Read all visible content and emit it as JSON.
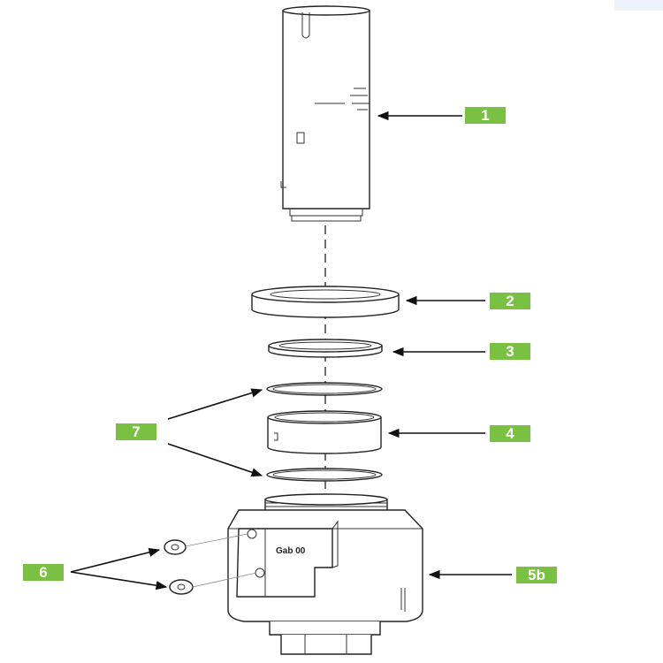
{
  "callouts": [
    {
      "id": "1",
      "label": "1"
    },
    {
      "id": "2",
      "label": "2"
    },
    {
      "id": "3",
      "label": "3"
    },
    {
      "id": "4",
      "label": "4"
    },
    {
      "id": "5b",
      "label": "5b"
    },
    {
      "id": "6",
      "label": "6"
    },
    {
      "id": "7",
      "label": "7"
    }
  ],
  "colors": {
    "callout_bg": "#7ac143",
    "line": "#222222"
  },
  "housing_marking": "Gab 00"
}
